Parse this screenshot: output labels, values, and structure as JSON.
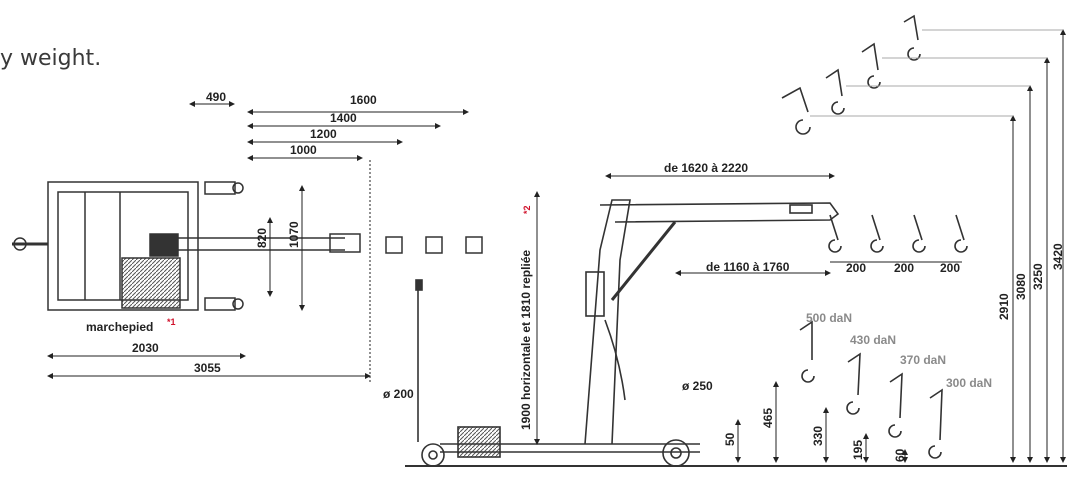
{
  "intro_text": "y weight.",
  "plan": {
    "dims": [
      "490",
      "1600",
      "1400",
      "1200",
      "1000",
      "820",
      "1070",
      "2030",
      "3055"
    ],
    "marchepied": "marchepied",
    "mark1": "*1"
  },
  "side": {
    "reach": "de 1620 à 2220",
    "reach2": "de 1160 à 1760",
    "vertical_label": "1900 horizontale et 1810 repliée",
    "mark2": "*2",
    "wheel_rear": "ø 200",
    "wheel_front": "ø 250",
    "step": "200",
    "loads": [
      "500 daN",
      "430 daN",
      "370 daN",
      "300 daN"
    ],
    "heights": [
      "50",
      "465",
      "330",
      "195",
      "60"
    ],
    "tall": [
      "2910",
      "3080",
      "3250",
      "3420"
    ]
  }
}
